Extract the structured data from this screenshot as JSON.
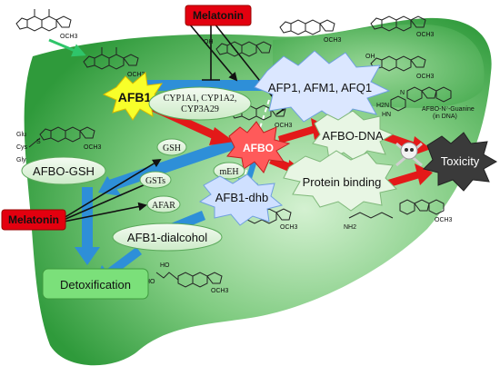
{
  "nodes": {
    "afb1": "AFB1",
    "afp_afm_afq": "AFP1, AFM1, AFQ1",
    "cyp": [
      "CYP1A1, CYP1A2,",
      "CYP3A29"
    ],
    "afbo": "AFBO",
    "afbo_dna": "AFBO-DNA",
    "protein_binding": "Protein binding",
    "toxicity": "Toxicity",
    "afbo_gsh": "AFBO-GSH",
    "gsh": "GSH",
    "gsts": "GSTs",
    "meh": "mEH",
    "afar": "AFAR",
    "afb1_dhb": "AFB1-dhb",
    "afb1_dialcohol": "AFB1-dialcohol",
    "detoxification": "Detoxification",
    "melatonin_top": "Melatonin",
    "melatonin_left": "Melatonin"
  },
  "annotations": {
    "guanine_line1": "AFBO-N⁷-Guanine",
    "guanine_line2": "(in DNA)",
    "och3": "OCH3",
    "oh": "OH",
    "ho": "HO",
    "glu": "Glu",
    "gly": "Gly",
    "cys": "Cys",
    "nh2": "NH2",
    "n": "N",
    "h2n": "H2N",
    "hn": "HN",
    "s": "S"
  },
  "colors": {
    "liver_dark": "#2f9a3b",
    "liver_light": "#bfe8bd",
    "melatonin": "#e3000f",
    "afb1_burst": "#f8ff2a",
    "afbo_burst": "#ff5a5a",
    "pathway_blue": "#2e8fd8",
    "inhibit_red": "#e31919",
    "detox_box": "#7be07a",
    "toxicity": "#3a3a3a",
    "burst_blue": "#dbe7ff"
  }
}
